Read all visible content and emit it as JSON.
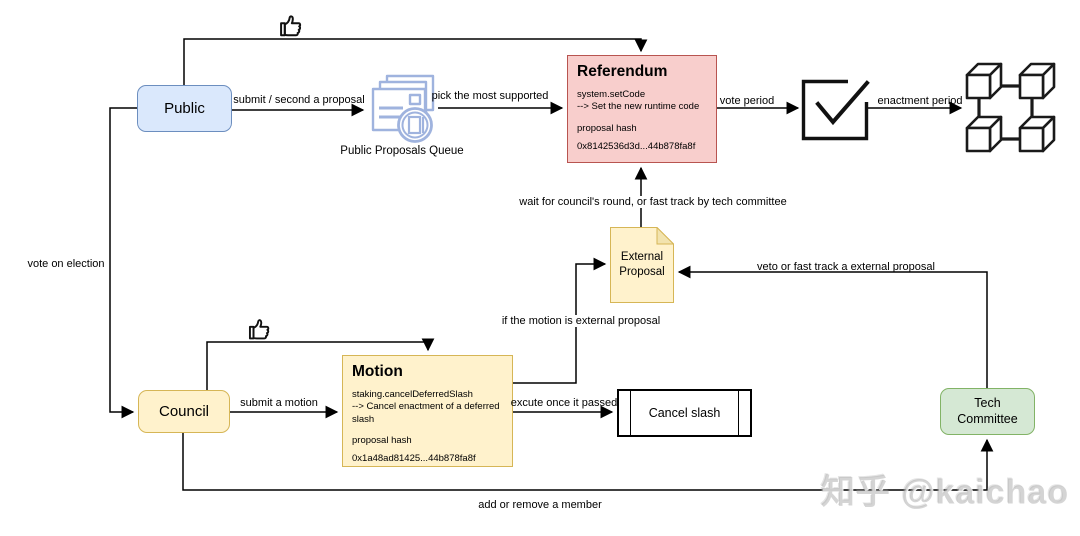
{
  "colors": {
    "blue_fill": "#dae8fc",
    "blue_border": "#6c8ebf",
    "yellow_fill": "#fff2cc",
    "yellow_border": "#d6b656",
    "red_fill": "#f8cecc",
    "red_border": "#b85450",
    "green_fill": "#d5e8d4",
    "green_border": "#82b366",
    "icon_blue": "#9fb3de",
    "line_color": "#000000"
  },
  "nodes": {
    "public": {
      "label": "Public"
    },
    "council": {
      "label": "Council"
    },
    "queue": {
      "label": "Public Proposals Queue"
    },
    "referendum": {
      "title": "Referendum",
      "code": "system.setCode",
      "desc": "--> Set the new runtime code",
      "hash_label": "proposal hash",
      "hash": "0x8142536d3d...44b878fa8f"
    },
    "motion": {
      "title": "Motion",
      "code": "staking.cancelDeferredSlash",
      "desc": "--> Cancel enactment of a deferred slash",
      "hash_label": "proposal hash",
      "hash": "0x1a48ad81425...44b878fa8f"
    },
    "external_proposal": {
      "label": "External Proposal"
    },
    "cancel_slash": {
      "label": "Cancel slash"
    },
    "tech_committee": {
      "label": "Tech Committee"
    }
  },
  "edge_labels": {
    "submit_second": "submit / second a proposal",
    "pick_supported": "pick the most supported",
    "vote_period": "vote period",
    "enactment_period": "enactment period",
    "wait_council": "wait for council's round, or fast track by tech committee",
    "veto_fast_track": "veto or fast track a external proposal",
    "if_external": "if the motion is external proposal",
    "submit_motion": "submit a motion",
    "execute_passed": "excute once it passed",
    "add_remove": "add or remove a member",
    "vote_election": "vote on election"
  },
  "icons": {
    "thumbs_up_top": "thumbs-up-icon",
    "thumbs_up_bottom": "thumbs-up-icon",
    "queue": "documents-queue-icon",
    "ballot": "ballot-checkbox-icon",
    "blockchain": "blockchain-cubes-icon"
  },
  "watermark": {
    "text": "知乎 @kaichao"
  }
}
